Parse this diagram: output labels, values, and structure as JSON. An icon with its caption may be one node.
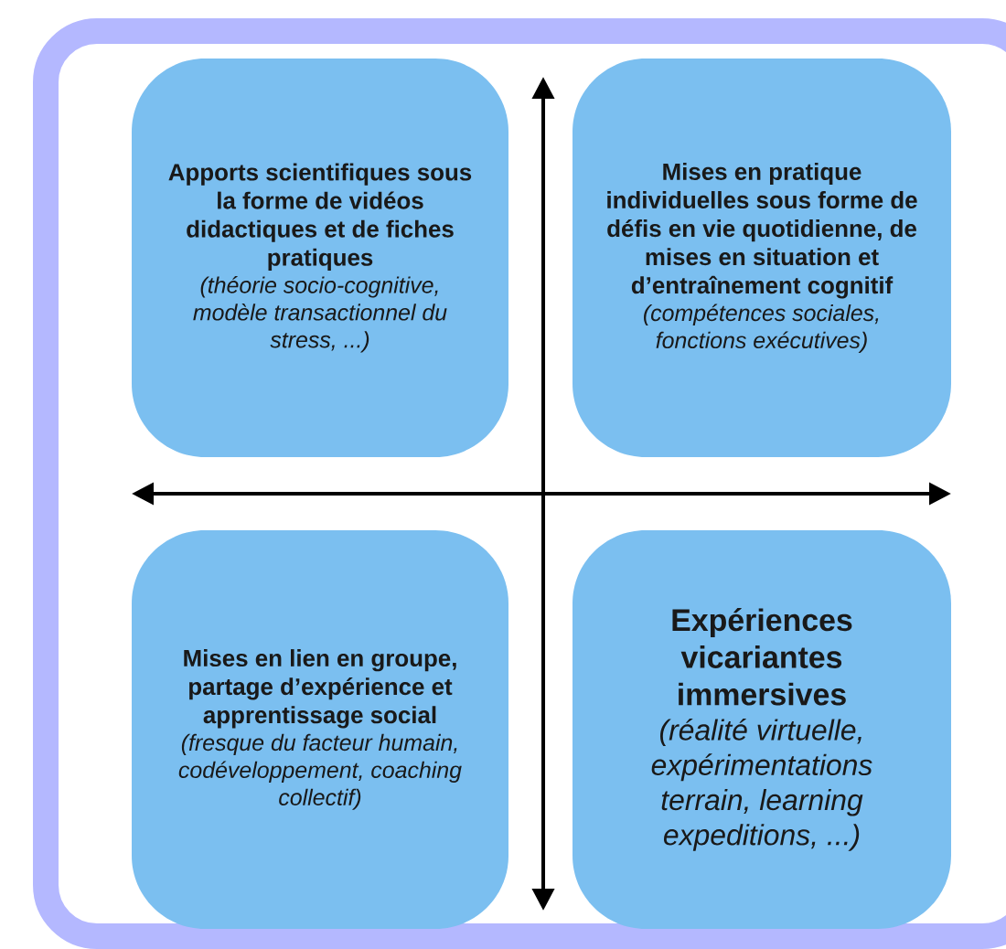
{
  "diagram": {
    "nodes": [
      {
        "text": [
          "Apports scientifiques sous la forme de vidéos didactiques et de fiches pratiques",
          "(théorie socio-cognitive, modèle transactionnel du stress, ...)"
        ]
      },
      {
        "text": [
          "Mises en pratique individuelles sous forme de défis en vie quotidienne, de mises en situation et d’entraînement cognitif",
          "(compétences sociales, fonctions exécutives)"
        ]
      },
      {
        "text": [
          "Mises en lien en groupe, partage d’expérience et apprentissage social",
          "(fresque du facteur humain, codéveloppement, coaching collectif)"
        ]
      },
      {
        "text": [
          "Expériences vicariantes immersives",
          "(réalité virtuelle, expérimentations terrain, learning expeditions, ...)"
        ]
      }
    ]
  }
}
